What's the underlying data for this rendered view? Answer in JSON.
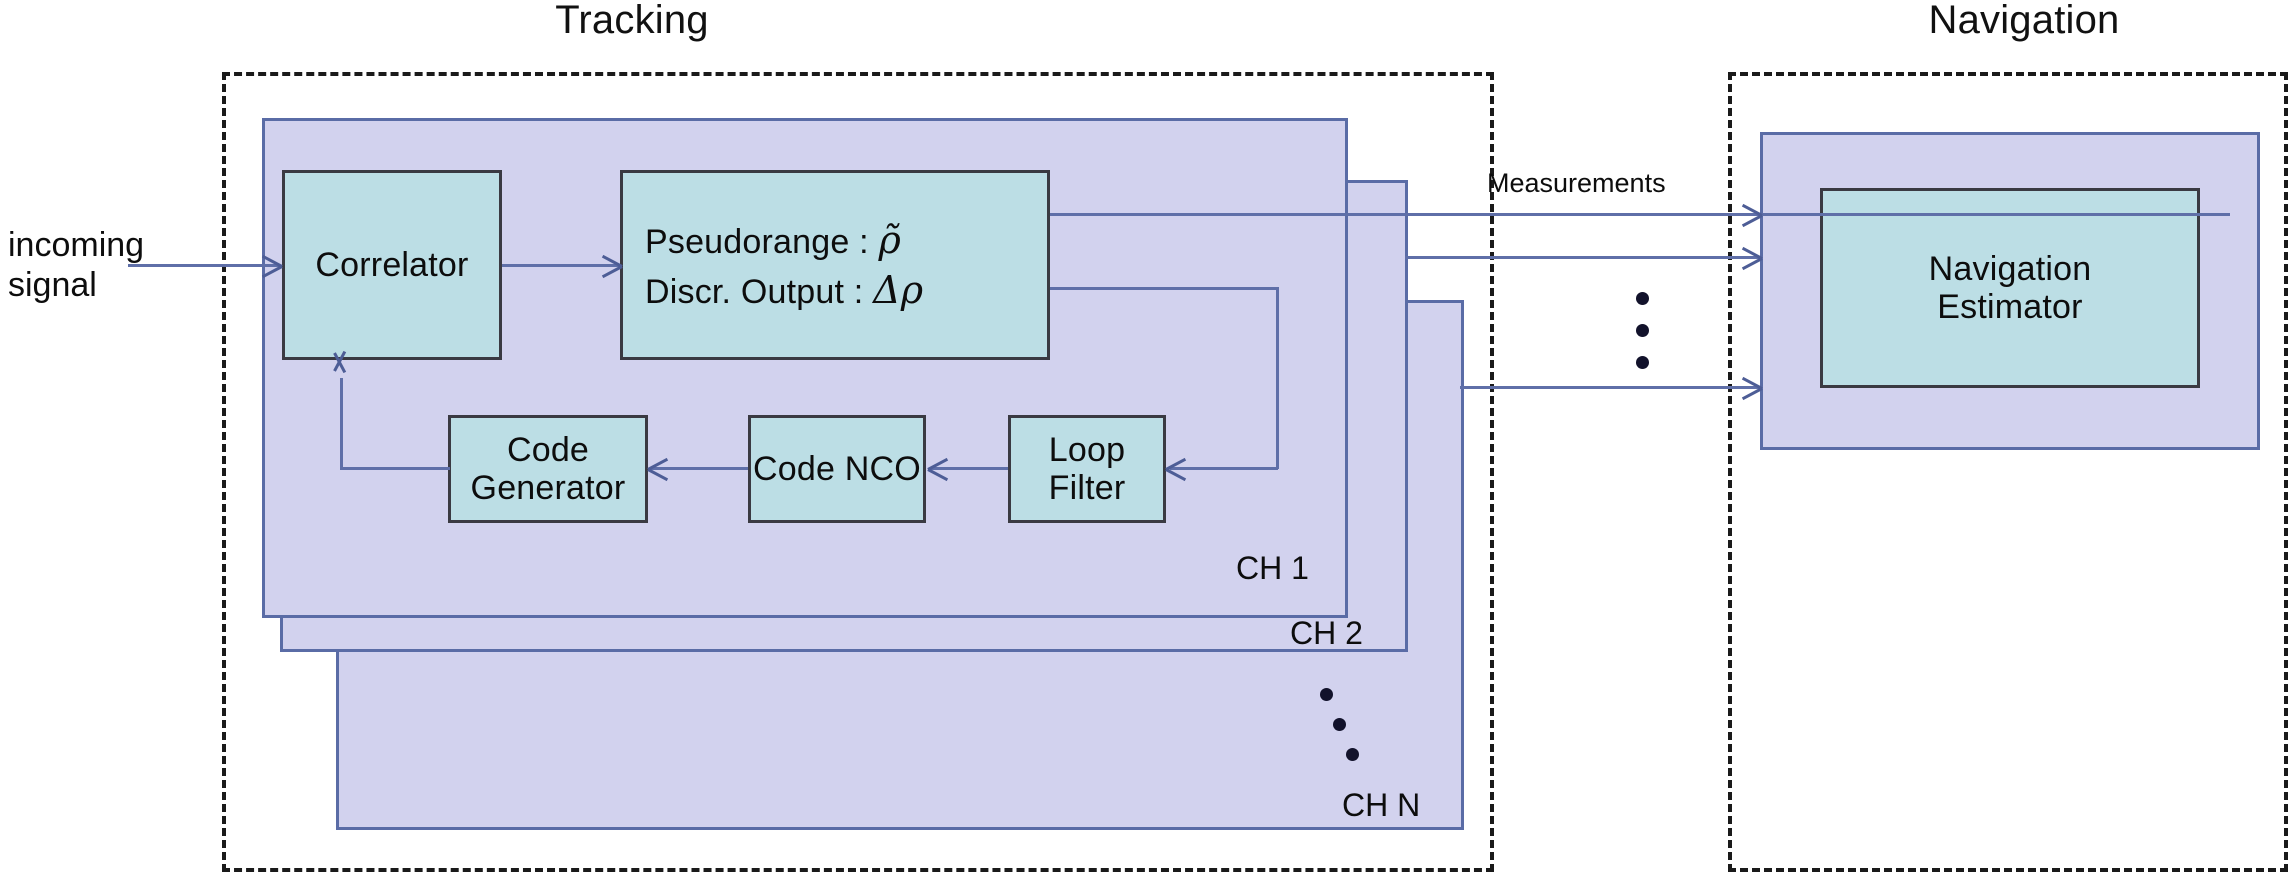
{
  "diagram": {
    "title_tracking": "Tracking",
    "title_navigation": "Navigation"
  },
  "labels": {
    "incoming_line1": "incoming",
    "incoming_line2": "signal",
    "measurements": "Measurements",
    "ch1": "CH 1",
    "ch2": "CH 2",
    "chn": "CH N"
  },
  "blocks": {
    "correlator": "Correlator",
    "pseudorange_label": "Pseudorange :",
    "pseudorange_symbol": "ρ̃",
    "discriminator_label": "Discr. Output :",
    "discriminator_symbol": "Δρ",
    "code_generator_line1": "Code",
    "code_generator_line2": "Generator",
    "code_nco": "Code NCO",
    "loop_filter_line1": "Loop",
    "loop_filter_line2": "Filter",
    "navigation_estimator_line1": "Navigation",
    "navigation_estimator_line2": "Estimator"
  },
  "colors": {
    "panel_fill": "#d2d2ee",
    "panel_border": "#5a6ca6",
    "block_fill": "#bcdee5",
    "block_border": "#3a3a42",
    "wire": "#5f6fa8",
    "dashed_border": "#1a1a1a",
    "text": "#0d0d0d",
    "background": "#ffffff"
  }
}
